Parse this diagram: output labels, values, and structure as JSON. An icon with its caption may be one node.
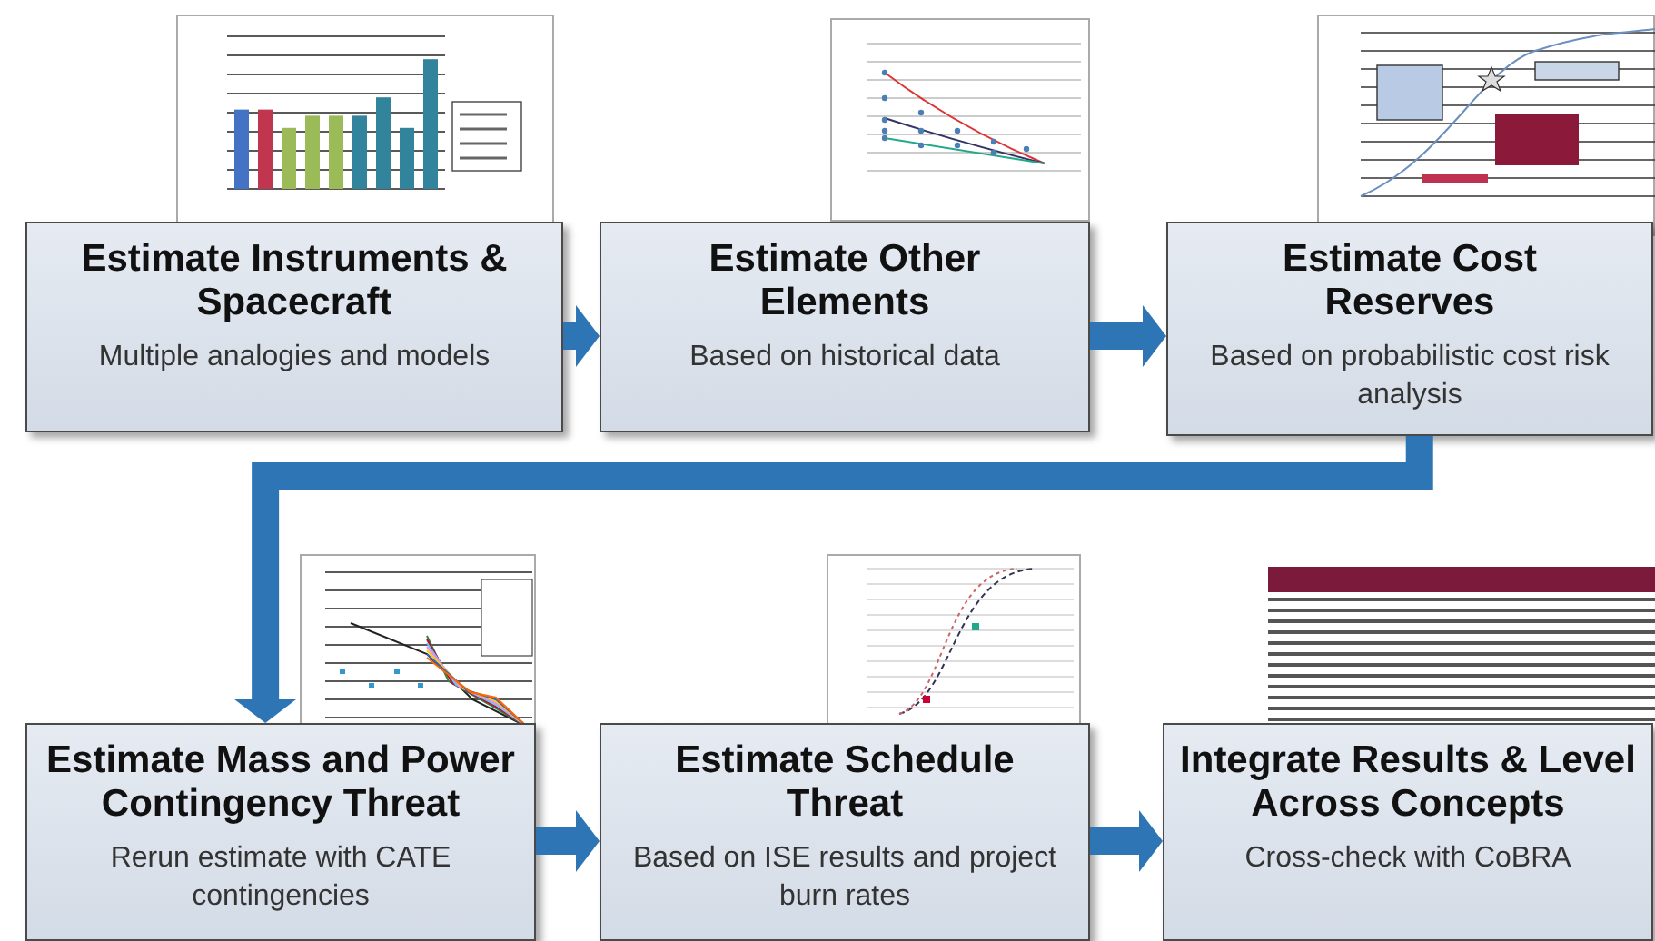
{
  "diagram": {
    "nodes": [
      {
        "text": [
          "Estimate Instruments & Spacecraft",
          "Multiple analogies and models"
        ]
      },
      {
        "text": [
          "Estimate Other Elements",
          "Based on historical data"
        ]
      },
      {
        "text": [
          "Estimate Cost Reserves",
          "Based on probabilistic cost risk analysis"
        ]
      },
      {
        "text": [
          "Estimate Mass and Power Contingency Threat",
          "Rerun estimate with CATE contingencies"
        ]
      },
      {
        "text": [
          "Estimate Schedule Threat",
          "Based on ISE results and project burn rates"
        ]
      },
      {
        "text": [
          "Integrate Results & Level Across Concepts",
          "Cross-check with CoBRA"
        ]
      }
    ],
    "edges": [
      {
        "from": 0,
        "to": 1,
        "arrow": "to"
      },
      {
        "from": 1,
        "to": 2,
        "arrow": "to"
      },
      {
        "from": 2,
        "to": 3,
        "arrow": "to"
      },
      {
        "from": 3,
        "to": 4,
        "arrow": "to"
      },
      {
        "from": 4,
        "to": 5,
        "arrow": "to"
      }
    ]
  }
}
